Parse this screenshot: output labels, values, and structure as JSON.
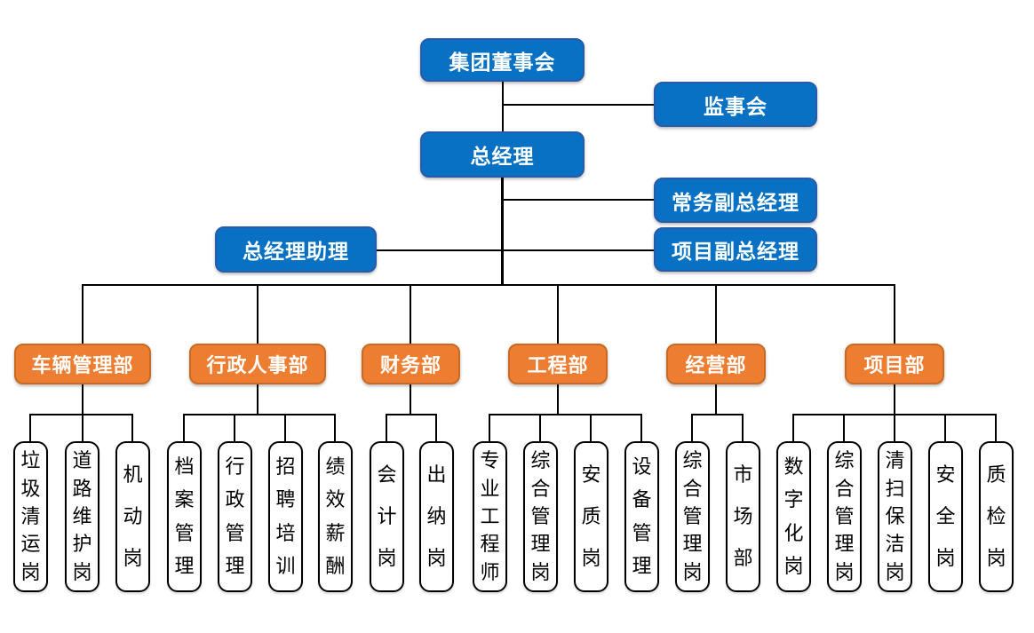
{
  "diagram": {
    "type": "org-chart",
    "nodes": {
      "board": "集团董事会",
      "supervisory_board": "监事会",
      "general_manager": "总经理",
      "executive_deputy_gm": "常务副总经理",
      "project_deputy_gm": "项目副总经理",
      "gm_assistant": "总经理助理"
    },
    "departments": [
      {
        "label": "车辆管理部",
        "children": [
          "垃圾清运岗",
          "道路维护岗",
          "机动岗"
        ]
      },
      {
        "label": "行政人事部",
        "children": [
          "档案管理",
          "行政管理",
          "招聘培训",
          "绩效薪酬"
        ]
      },
      {
        "label": "财务部",
        "children": [
          "会计岗",
          "出纳岗"
        ]
      },
      {
        "label": "工程部",
        "children": [
          "专业工程师",
          "综合管理岗",
          "安质岗",
          "设备管理"
        ]
      },
      {
        "label": "经营部",
        "children": [
          "综合管理岗",
          "市场部"
        ]
      },
      {
        "label": "项目部",
        "children": [
          "数字化岗",
          "综合管理岗",
          "清扫保洁岗",
          "安全岗",
          "质检岗"
        ]
      }
    ],
    "colors": {
      "primary_blue": "#0971C3",
      "blue_border": "#2A5AA8",
      "accent_orange": "#ED7D31",
      "orange_border": "#C96A22",
      "leaf_border": "#000000",
      "connector": "#000000"
    }
  }
}
